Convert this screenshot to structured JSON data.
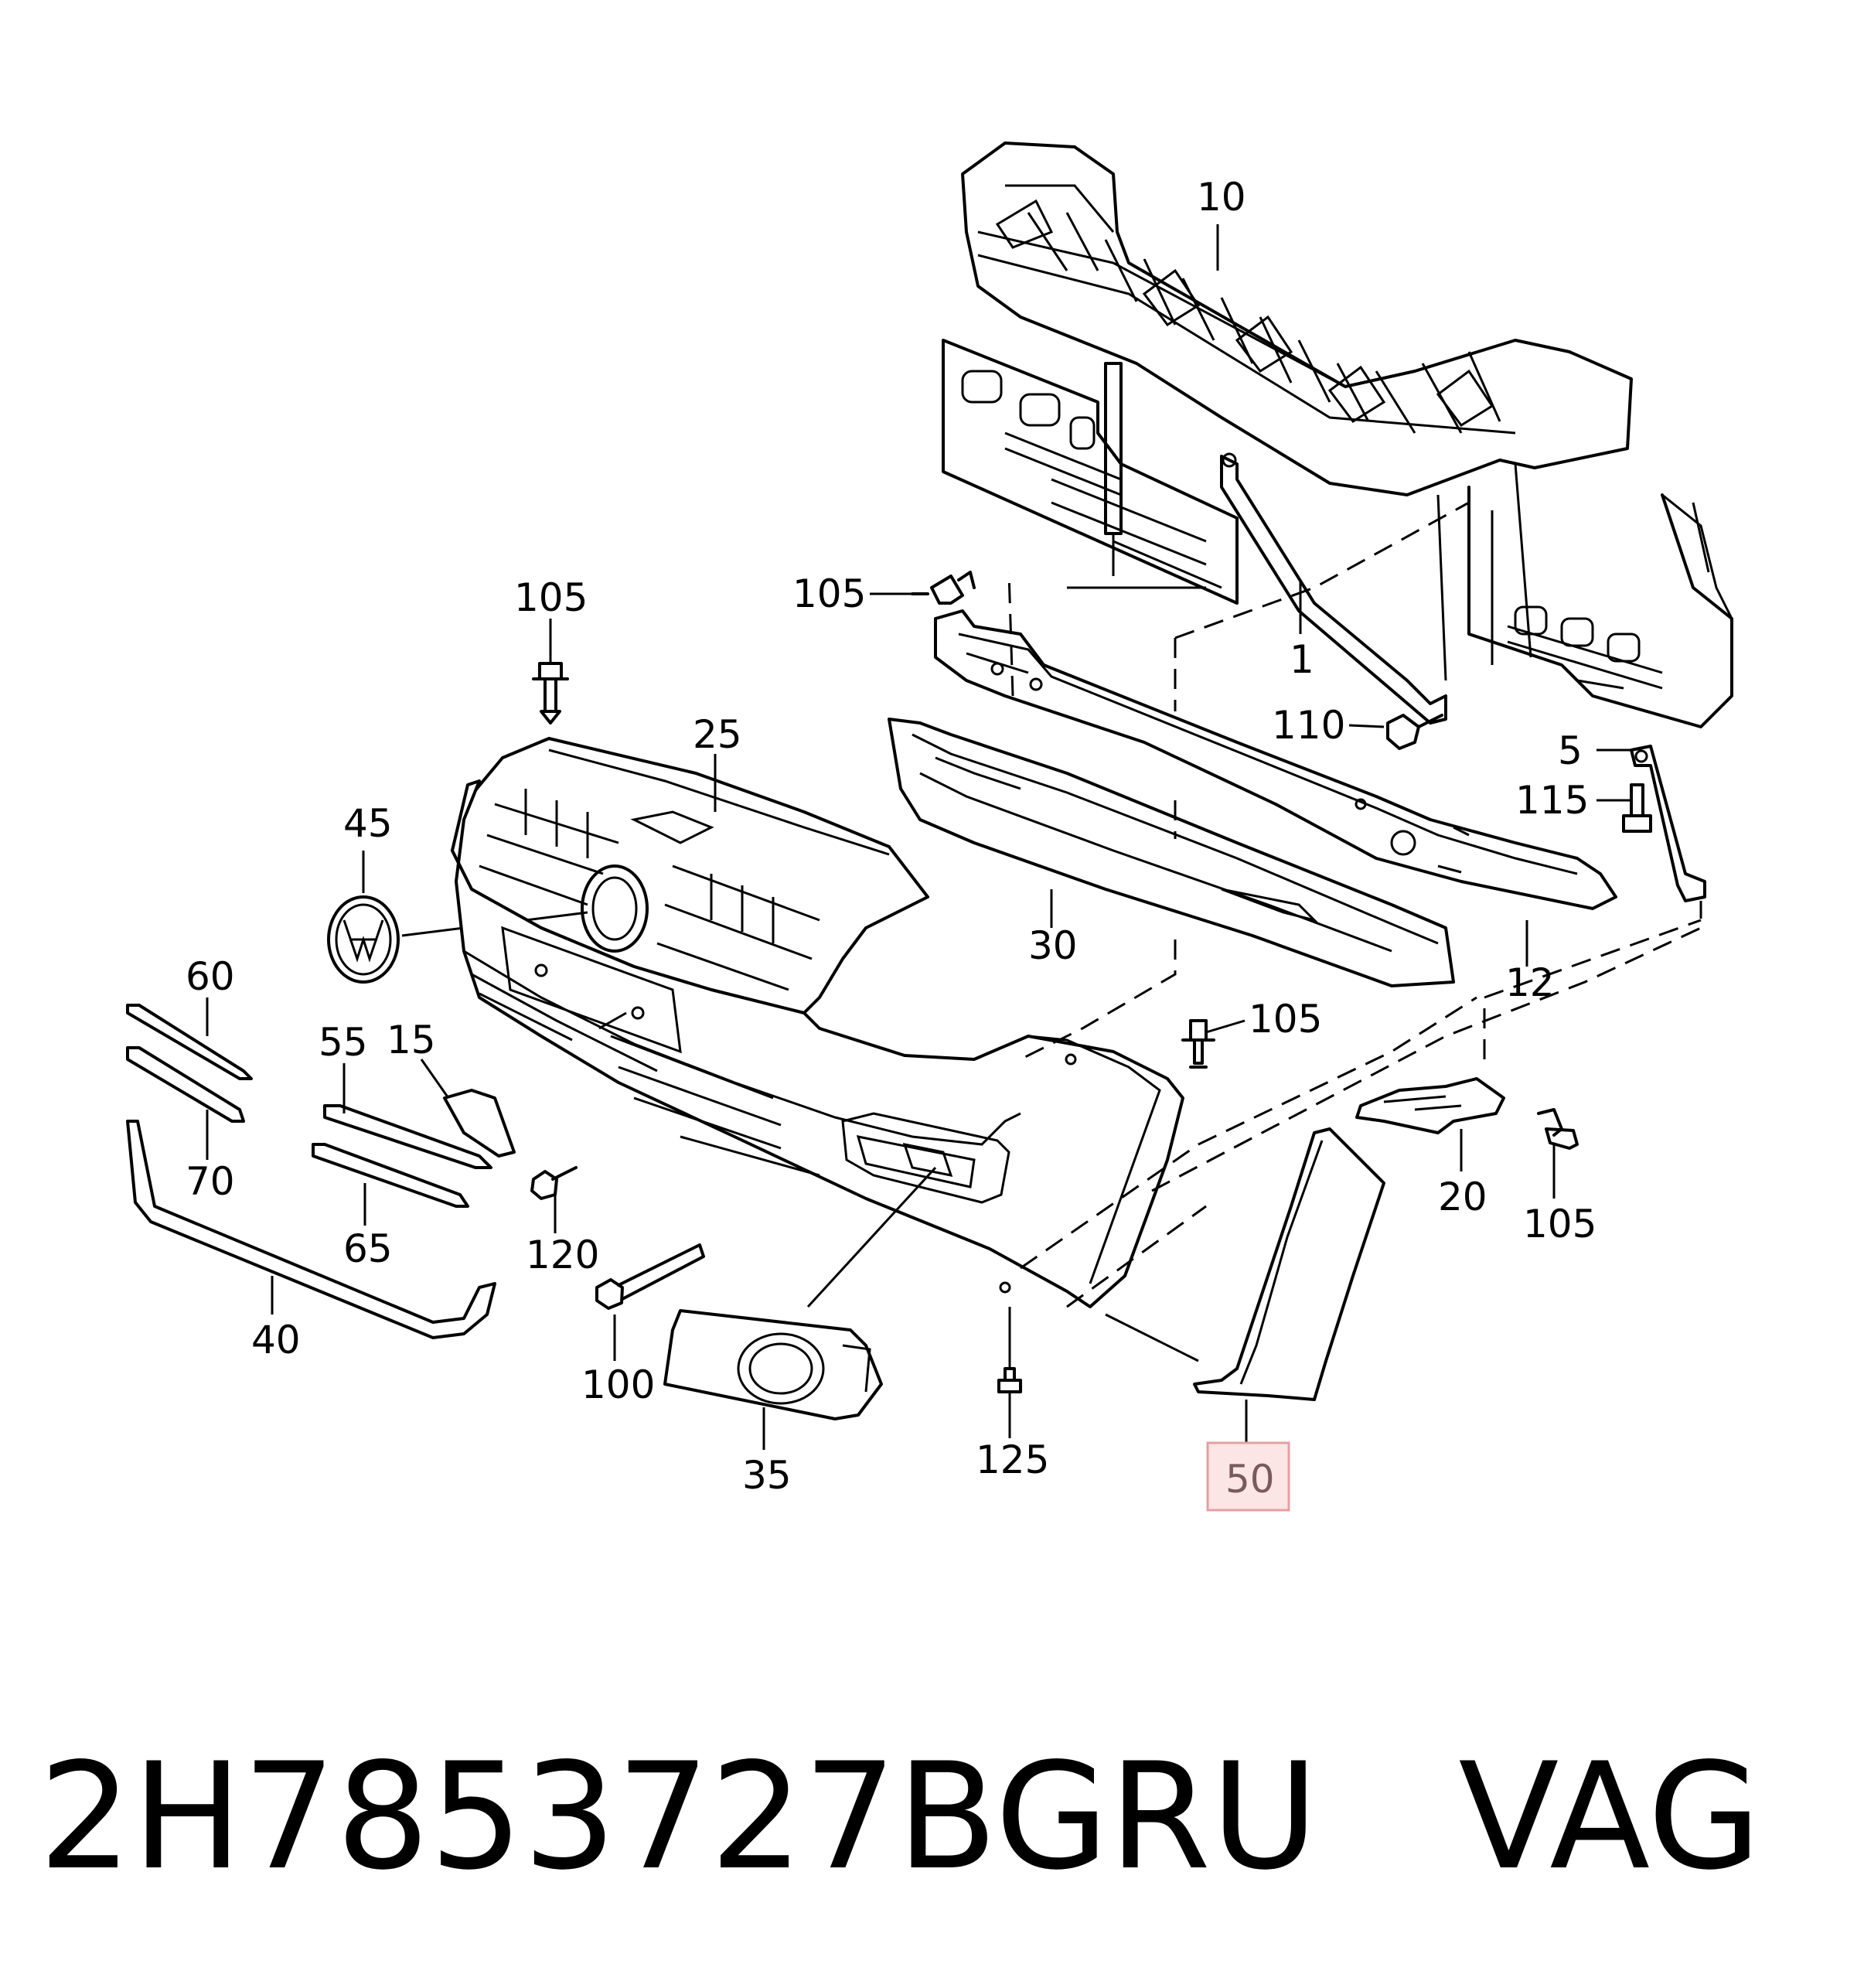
{
  "diagram": {
    "callouts": [
      {
        "id": "c10",
        "label": "10"
      },
      {
        "id": "c105a",
        "label": "105"
      },
      {
        "id": "c1",
        "label": "1"
      },
      {
        "id": "c110",
        "label": "110"
      },
      {
        "id": "c5",
        "label": "5"
      },
      {
        "id": "c115",
        "label": "115"
      },
      {
        "id": "c105b",
        "label": "105"
      },
      {
        "id": "c25",
        "label": "25"
      },
      {
        "id": "c45",
        "label": "45"
      },
      {
        "id": "c30",
        "label": "30"
      },
      {
        "id": "c12",
        "label": "12"
      },
      {
        "id": "c60",
        "label": "60"
      },
      {
        "id": "c55",
        "label": "55"
      },
      {
        "id": "c15",
        "label": "15"
      },
      {
        "id": "c105c",
        "label": "105"
      },
      {
        "id": "c70",
        "label": "70"
      },
      {
        "id": "c120",
        "label": "120"
      },
      {
        "id": "c65",
        "label": "65"
      },
      {
        "id": "c20",
        "label": "20"
      },
      {
        "id": "c105d",
        "label": "105"
      },
      {
        "id": "c40",
        "label": "40"
      },
      {
        "id": "c100",
        "label": "100"
      },
      {
        "id": "c35",
        "label": "35"
      },
      {
        "id": "c125",
        "label": "125"
      },
      {
        "id": "c50",
        "label": "50"
      }
    ],
    "highlighted_callout": "50",
    "highlight_color": "#e4a0a0",
    "highlight_fill": "#fbe5e5"
  },
  "footer": {
    "part_number": "2H7853727BGRU",
    "brand": "VAG"
  }
}
